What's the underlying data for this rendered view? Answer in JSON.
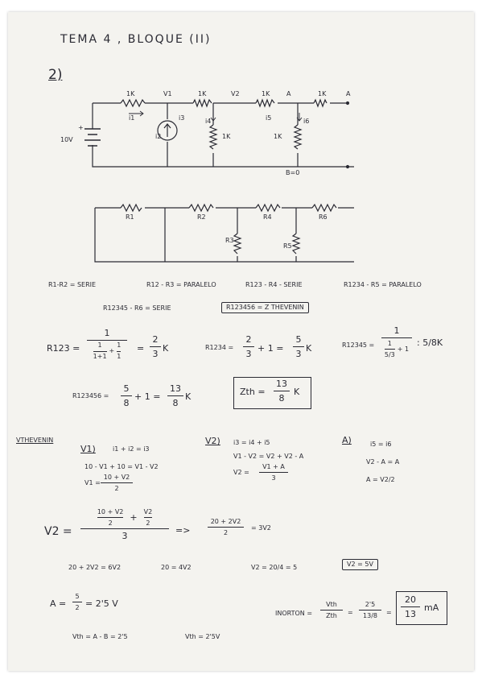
{
  "header": {
    "title": "TEMA 4 , BLOQUE (II)",
    "problem": "2)"
  },
  "circuit1": {
    "r1": "1K",
    "v1": "V1",
    "r2": "1K",
    "v2": "V2",
    "r3": "1K",
    "nodeA": "A",
    "r4": "1K",
    "termA": "A",
    "i1": "i1",
    "i2": "i2",
    "i3": "i3",
    "i4": "i4",
    "i5": "i5",
    "i6": "i6",
    "r5": "1K",
    "r6": "1K",
    "source": "10V",
    "plus": "+",
    "nodeB": "B=0"
  },
  "circuit2": {
    "r1": "R1",
    "r2": "R2",
    "r4": "R4",
    "r6": "R6",
    "r3": "R3",
    "r5": "R5"
  },
  "combos": {
    "c1": "R1-R2 = SERIE",
    "c2": "R12 - R3 = PARALELO",
    "c3": "R123 - R4 - SERIE",
    "c4": "R1234 - R5 = PARALELO",
    "c5": "R12345 - R6 = SERIE",
    "c6": "R123456 = Z THEVENIN"
  },
  "calc": {
    "r123_lhs": "R123 =",
    "r123_num": "1",
    "r123_d1n": "1",
    "r123_d1d": "1+1",
    "r123_plus": "+",
    "r123_d2n": "1",
    "r123_d2d": "1",
    "r123_eq": "=",
    "r123_rn": "2",
    "r123_rd": "3",
    "r123_k": "K",
    "r1234": "R1234 =",
    "r1234_fn": "2",
    "r1234_fd": "3",
    "r1234_plus": "+ 1 =",
    "r1234_rn": "5",
    "r1234_rd": "3",
    "r1234_k": "K",
    "r12345": "R12345 =",
    "r12345_num": "1",
    "r12345_dn": "1",
    "r12345_dd": "5/3",
    "r12345_tail": "+ 1",
    "r12345_res": ": 5/8K",
    "r123456": "R123456 =",
    "r123456_fn": "5",
    "r123456_fd": "8",
    "r123456_plus": "+ 1 =",
    "r123456_rn": "13",
    "r123456_rd": "8",
    "r123456_k": "K",
    "zth": "Zth =",
    "zth_n": "13",
    "zth_d": "8",
    "zth_k": "K"
  },
  "vth": {
    "label": "VTHEVENIN",
    "n1": "V1)",
    "n1_e1": "i1 + i2 = i3",
    "n1_e2": "10 - V1 + 10 = V1 - V2",
    "n1_e3": "V1 =",
    "n1_e3n": "10 + V2",
    "n1_e3d": "2",
    "n2": "V2)",
    "n2_e1": "i3 = i4 + i5",
    "n2_e2": "V1 - V2 = V2 + V2 - A",
    "n2_e3": "V2 =",
    "n2_e3n": "V1 + A",
    "n2_e3d": "3",
    "n3": "A)",
    "n3_e1": "i5 = i6",
    "n3_e2": "V2 - A = A",
    "n3_e3": "A = V2/2",
    "big_lhs": "V2 =",
    "big_n1n": "10 + V2",
    "big_n1d": "2",
    "big_plus": "+",
    "big_n2n": "V2",
    "big_n2d": "2",
    "big_den": "3",
    "arrow": "=>",
    "rhs_n": "20 + 2V2",
    "rhs_d": "2",
    "rhs_eq": "= 3V2",
    "line2a": "20 + 2V2 = 6V2",
    "line2b": "20 = 4V2",
    "line2c": "V2 = 20/4 = 5",
    "line2box": "V2 = 5V",
    "a_lhs": "A =",
    "a_n": "5",
    "a_d": "2",
    "a_res": "= 2'5 V",
    "vth1": "Vth = A - B = 2'5",
    "vth2": "Vth = 2'5V",
    "inorton": "INORTON =",
    "in_n": "Vth",
    "in_d": "Zth",
    "in_eq1": "=",
    "in_n2": "2'5",
    "in_d2": "13/8",
    "in_eq2": "=",
    "in_rn": "20",
    "in_rd": "13",
    "in_unit": "mA"
  }
}
